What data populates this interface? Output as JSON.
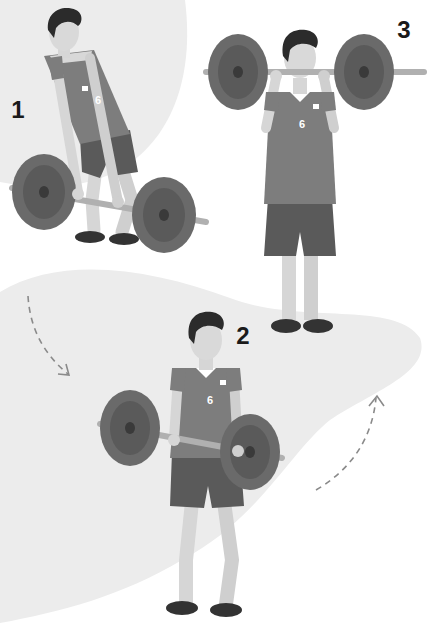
{
  "diagram": {
    "labels": [
      "1",
      "6",
      "3",
      "6",
      "2",
      "6"
    ]
  }
}
